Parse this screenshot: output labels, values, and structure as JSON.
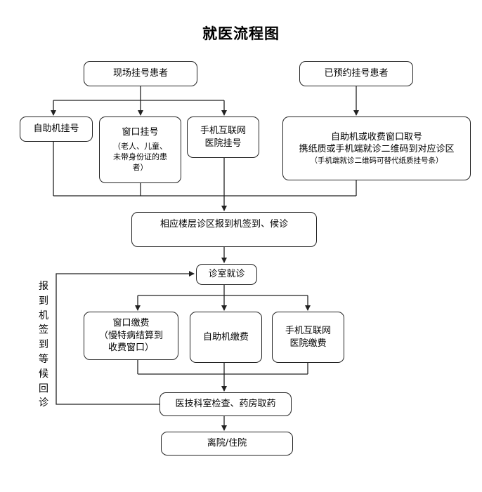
{
  "title": "就医流程图",
  "nodes": {
    "walkin": "现场挂号患者",
    "booked": "已预约挂号患者",
    "kiosk_reg": "自助机挂号",
    "window_reg": {
      "line1": "窗口挂号",
      "line2": "（老人、儿童、",
      "line3": "未带身份证的患",
      "line4": "者）"
    },
    "online_reg": {
      "line1": "手机互联网",
      "line2": "医院挂号"
    },
    "pickup": {
      "line1": "自助机或收费窗口取号",
      "line2": "携纸质或手机端就诊二维码到对应诊区",
      "line3": "（手机端就诊二维码可替代纸质挂号条）"
    },
    "checkin": "相应楼层诊区报到机签到、候诊",
    "consult": "诊室就诊",
    "window_pay": {
      "line1": "窗口缴费",
      "line2": "（慢特病结算到",
      "line3": "收费窗口）"
    },
    "kiosk_pay": "自助机缴费",
    "online_pay": {
      "line1": "手机互联网",
      "line2": "医院缴费"
    },
    "exam": "医技科室检查、药房取药",
    "discharge": "离院/住院"
  },
  "loop_label": [
    "报",
    "到",
    "机",
    "签",
    "到",
    "等",
    "候",
    "回",
    "诊"
  ]
}
